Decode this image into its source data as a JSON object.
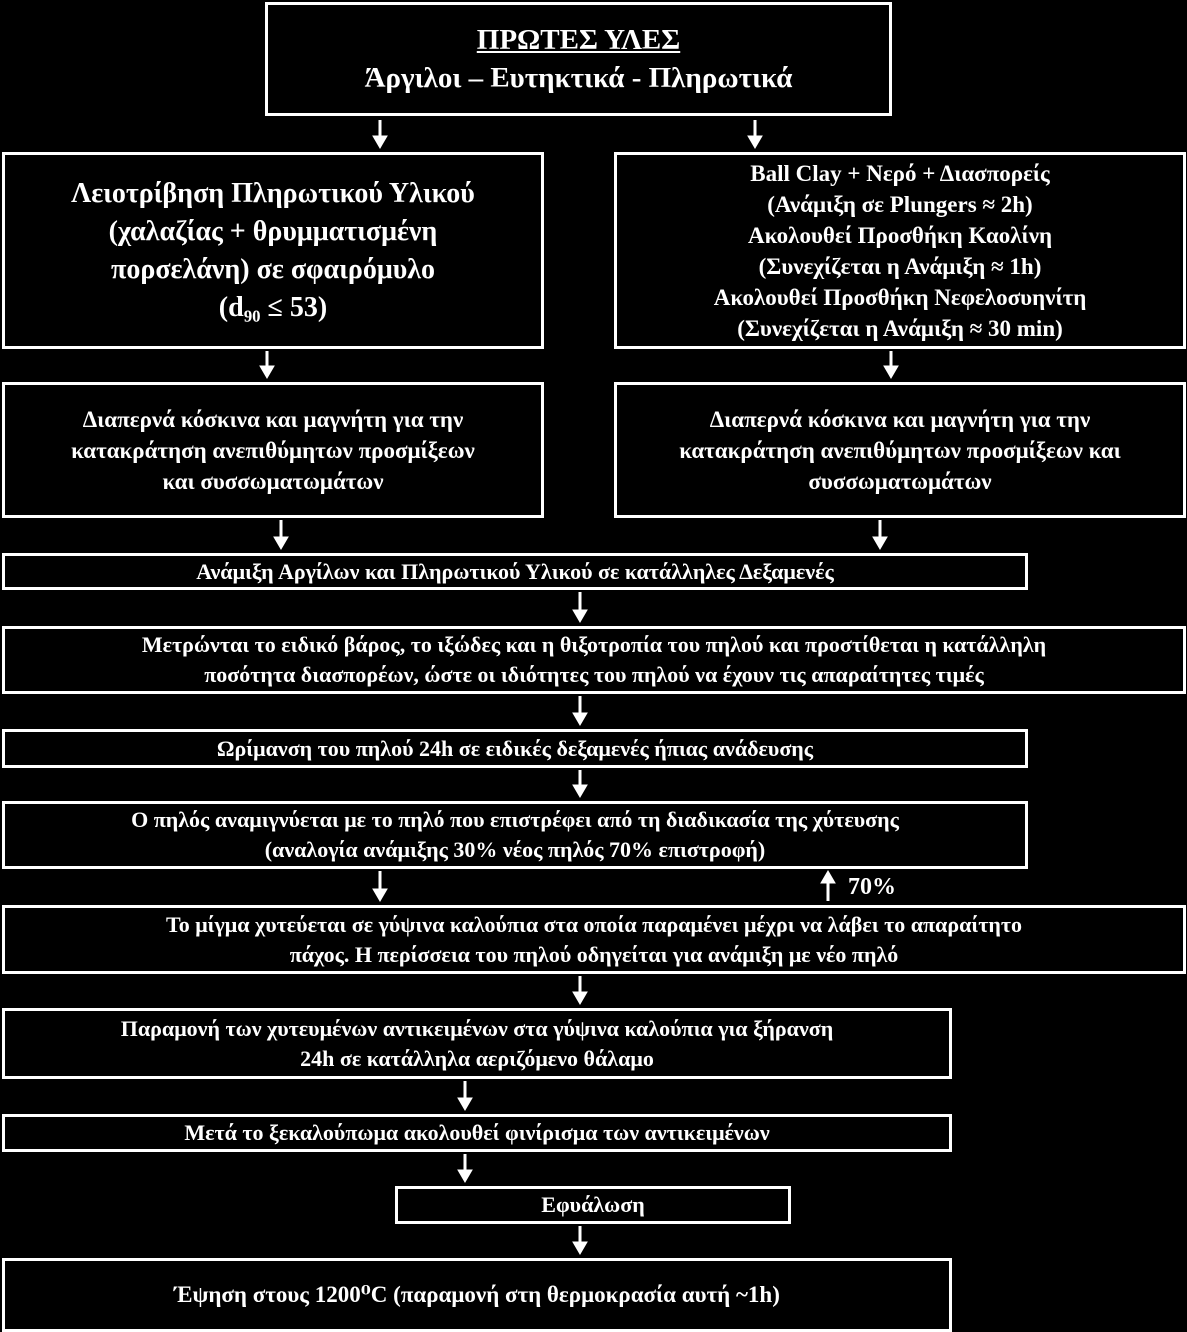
{
  "colors": {
    "background": "#000000",
    "foreground": "#ffffff"
  },
  "raw_materials": {
    "title": "ΠΡΩΤΕΣ ΥΛΕΣ",
    "subtitle": "Άργιλοι – Ευτηκτικά - Πληρωτικά"
  },
  "left_branch": {
    "milling": [
      "Λειοτρίβηση Πληρωτικού Υλικού",
      "(χαλαζίας + θρυμματισμένη",
      "πορσελάνη) σε σφαιρόμυλο",
      "(d₉₀ ≤ 53)"
    ],
    "sieving": [
      "Διαπερνά κόσκινα και μαγνήτη για την",
      "κατακράτηση ανεπιθύμητων προσμίξεων",
      "και συσσωματωμάτων"
    ]
  },
  "right_branch": {
    "mixing": [
      "Ball Clay + Νερό + Διασπορείς",
      "(Ανάμιξη σε Plungers ≈ 2h)",
      "Ακολουθεί Προσθήκη Καολίνη",
      "(Συνεχίζεται η Ανάμιξη  ≈ 1h)",
      "Ακολουθεί Προσθήκη Νεφελοσυηνίτη",
      "(Συνεχίζεται η Ανάμιξη ≈ 30 min)"
    ],
    "sieving": [
      "Διαπερνά κόσκινα και μαγνήτη για την",
      "κατακράτηση ανεπιθύμητων προσμίξεων και",
      "συσσωματωμάτων"
    ]
  },
  "steps": {
    "tank_mixing": [
      "Ανάμιξη Αργίλων και Πληρωτικού Υλικού σε κατάλληλες Δεξαμενές"
    ],
    "measurement": [
      "Μετρώνται το ειδικό βάρος, το ιξώδες και η θιξοτροπία του πηλού και προστίθεται η κατάλληλη",
      "ποσότητα διασπορέων, ώστε οι ιδιότητες του πηλού να έχουν τις απαραίτητες τιμές"
    ],
    "maturation": [
      "Ωρίμανση του πηλού 24h σε ειδικές δεξαμενές ήπιας ανάδευσης"
    ],
    "recycling": [
      "Ο πηλός αναμιγνύεται με το πηλό που επιστρέφει από τη διαδικασία της χύτευσης",
      "(αναλογία ανάμιξης 30% νέος πηλός 70% επιστροφή)"
    ],
    "return_label": "70%",
    "casting": [
      "Το μίγμα χυτεύεται σε γύψινα καλούπια στα οποία παραμένει μέχρι να λάβει το απαραίτητο",
      "πάχος. Η περίσσεια του πηλού οδηγείται για ανάμιξη με νέο πηλό"
    ],
    "drying": [
      "Παραμονή των χυτευμένων αντικειμένων στα γύψινα καλούπια για ξήρανση",
      "24h σε κατάλληλα αεριζόμενο θάλαμο"
    ],
    "finishing": [
      "Μετά το ξεκαλούπωμα ακολουθεί φινίρισμα των αντικειμένων"
    ],
    "glazing": [
      "Εφυάλωση"
    ],
    "firing": [
      "Έψηση στους 1200⁰C (παραμονή στη θερμοκρασία αυτή ~1h)"
    ]
  }
}
